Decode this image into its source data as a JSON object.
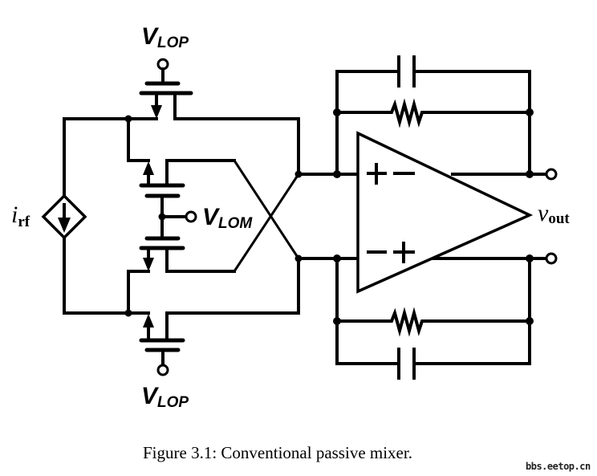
{
  "figure": {
    "caption": "Figure 3.1: Conventional passive mixer.",
    "watermark": "bbs.eetop.cn"
  },
  "labels": {
    "vlop_top": {
      "main": "V",
      "sub": "LOP"
    },
    "vlop_bottom": {
      "main": "V",
      "sub": "LOP"
    },
    "vlom": {
      "main": "V",
      "sub": "LOM"
    },
    "irf": {
      "main": "i",
      "sub": "rf"
    },
    "vout": {
      "main": "v",
      "sub": "out"
    }
  },
  "components": {
    "current_source": {
      "type": "controlled-current-source",
      "direction": "down",
      "label": "i_rf"
    },
    "transistors": [
      {
        "id": "M1",
        "position": "top",
        "gate": "V_LOP"
      },
      {
        "id": "M2",
        "position": "upper-middle",
        "gate": "V_LOM"
      },
      {
        "id": "M3",
        "position": "lower-middle",
        "gate": "V_LOM"
      },
      {
        "id": "M4",
        "position": "bottom",
        "gate": "V_LOP"
      }
    ],
    "opamp": {
      "type": "fully-differential",
      "input_top_signs": "+ -",
      "input_bottom_signs": "- +",
      "output": "v_out"
    },
    "feedback_top": [
      "capacitor",
      "resistor"
    ],
    "feedback_bottom": [
      "resistor",
      "capacitor"
    ]
  }
}
